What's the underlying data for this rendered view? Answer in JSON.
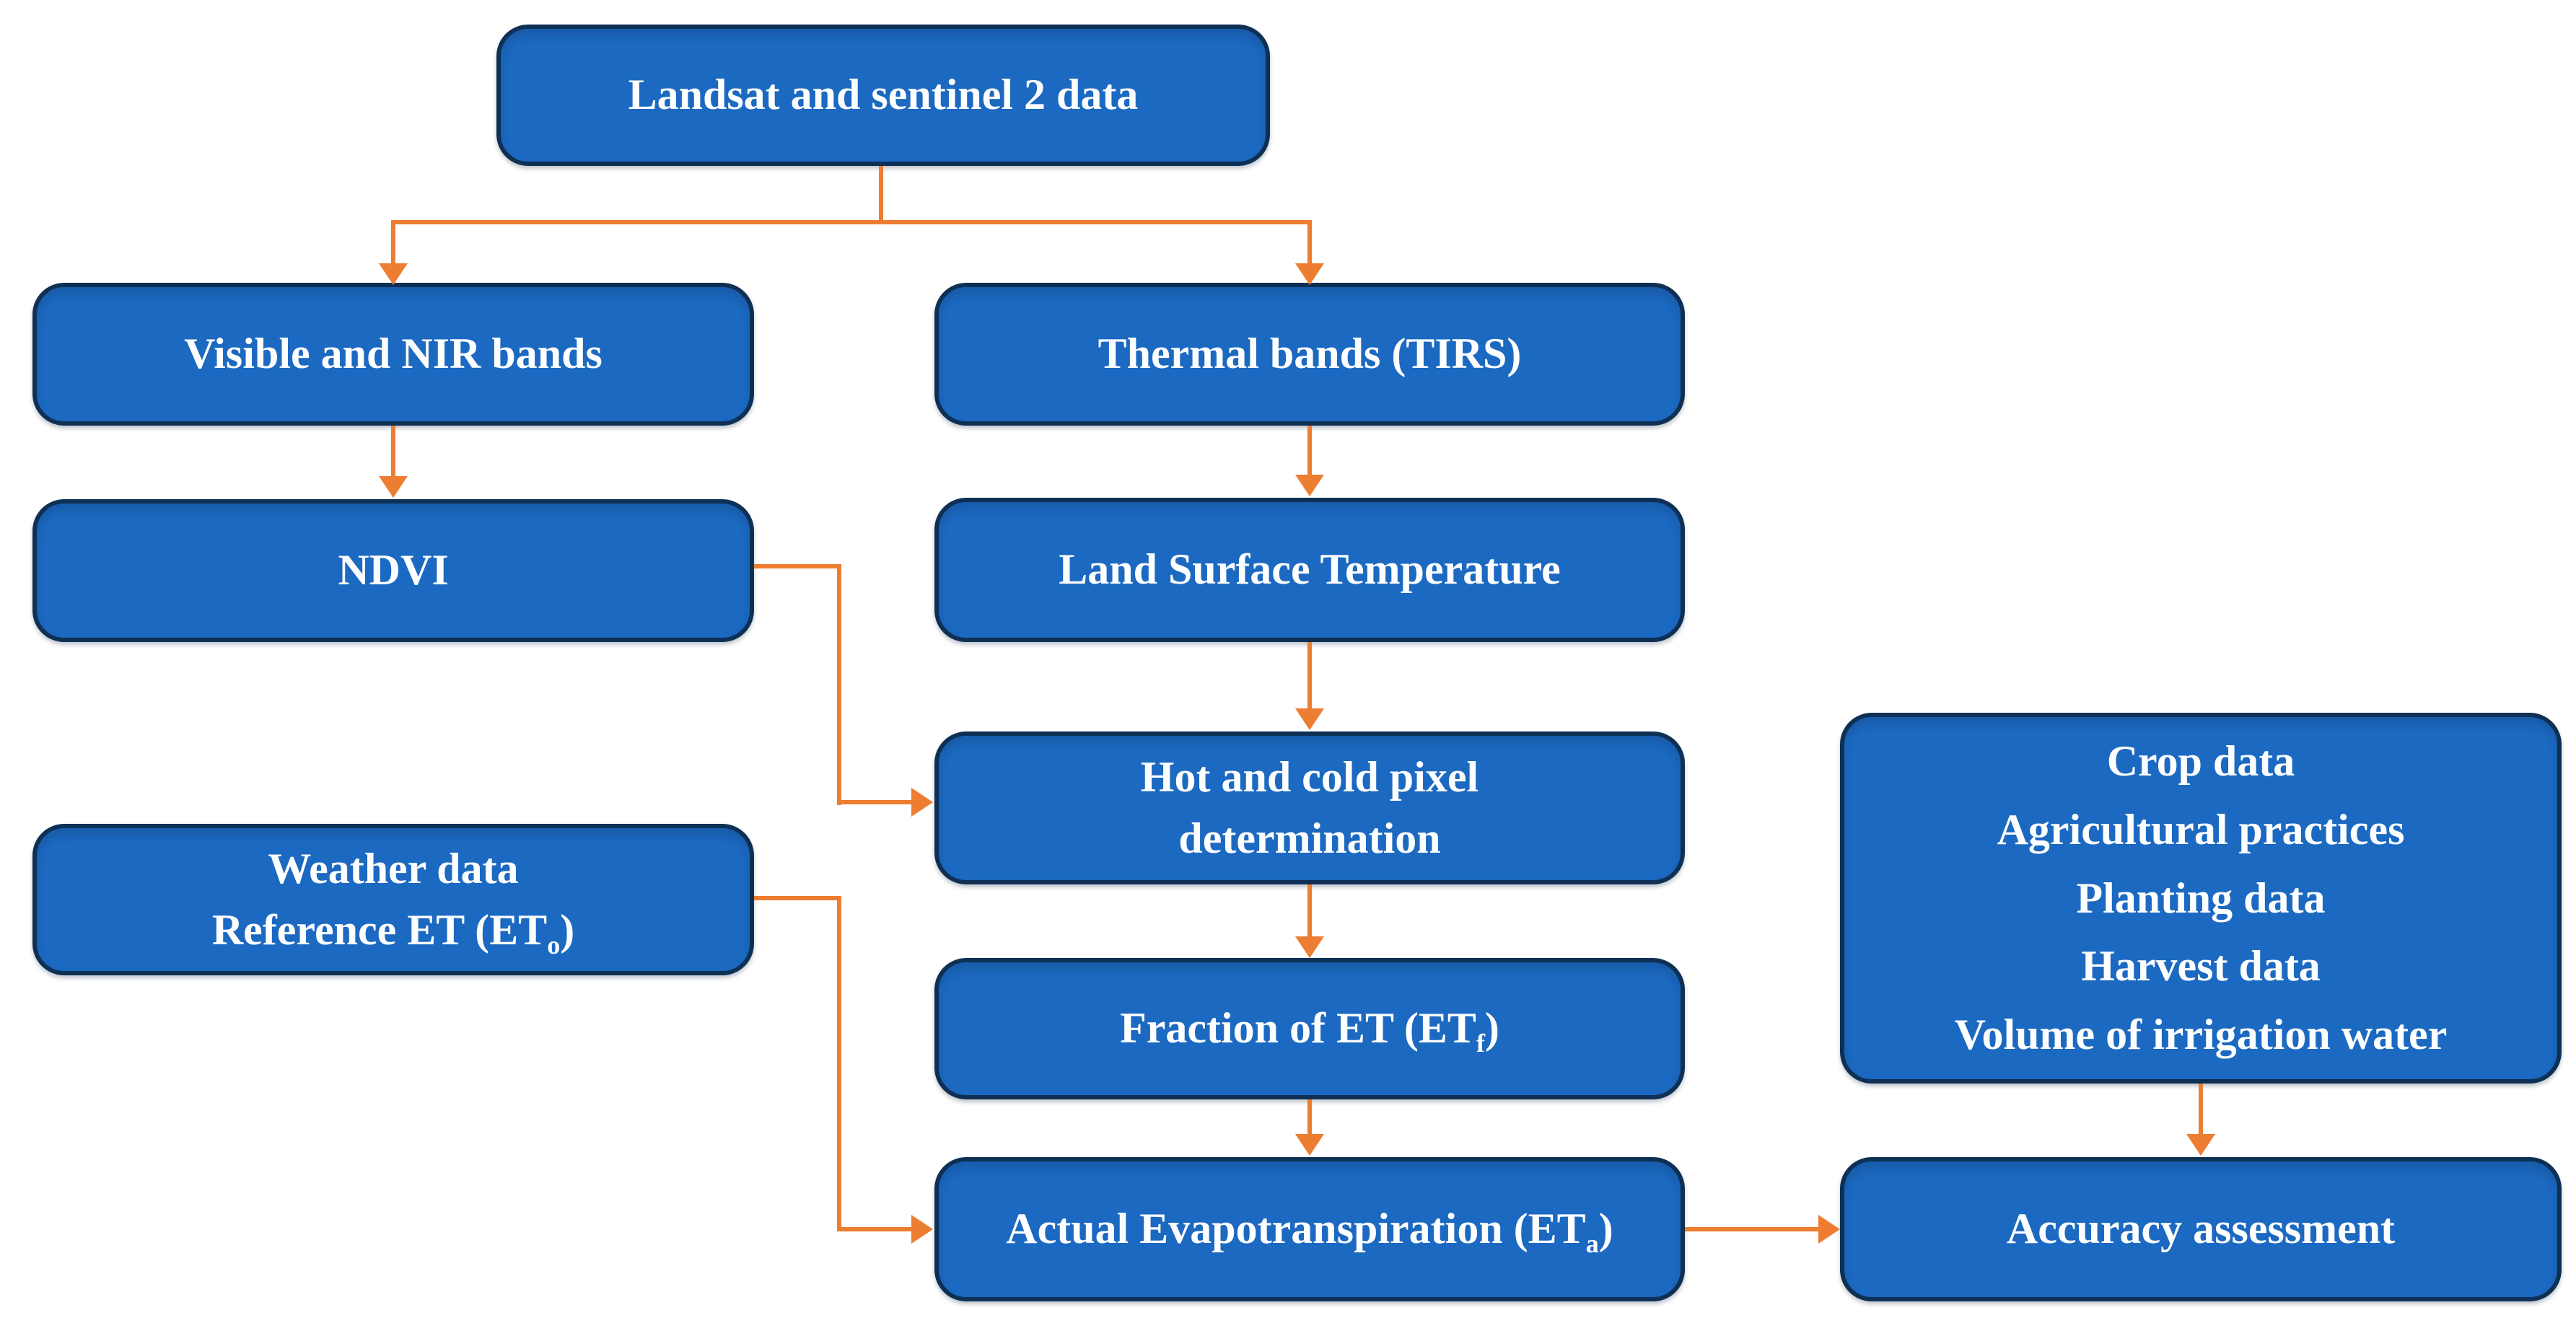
{
  "theme": {
    "background": "#ffffff",
    "box_fill": "#1c69c1",
    "box_border": "#0e3055",
    "box_text": "#fdfeff",
    "arrow_color": "#ed7d31"
  },
  "nodes": {
    "landsat": {
      "lines": [
        [
          {
            "t": "Landsat and sentinel 2 data"
          }
        ]
      ]
    },
    "visible": {
      "lines": [
        [
          {
            "t": "Visible and NIR bands"
          }
        ]
      ]
    },
    "thermal": {
      "lines": [
        [
          {
            "t": "Thermal bands (TIRS)"
          }
        ]
      ]
    },
    "ndvi": {
      "lines": [
        [
          {
            "t": "NDVI"
          }
        ]
      ]
    },
    "lst": {
      "lines": [
        [
          {
            "t": "Land Surface Temperature"
          }
        ]
      ]
    },
    "hotcold": {
      "lines": [
        [
          {
            "t": "Hot and cold pixel"
          }
        ],
        [
          {
            "t": "determination"
          }
        ]
      ]
    },
    "weather": {
      "lines": [
        [
          {
            "t": "Weather data"
          }
        ],
        [
          {
            "t": "Reference ET (ET"
          },
          {
            "sub": "o"
          },
          {
            "t": ")"
          }
        ]
      ]
    },
    "fraction": {
      "lines": [
        [
          {
            "t": "Fraction of ET (ET"
          },
          {
            "sub": "f"
          },
          {
            "t": ")"
          }
        ]
      ]
    },
    "eta": {
      "lines": [
        [
          {
            "t": "Actual Evapotranspiration (ET"
          },
          {
            "sub": "a"
          },
          {
            "t": ")"
          }
        ]
      ]
    },
    "crop": {
      "lines": [
        [
          {
            "t": "Crop data"
          }
        ],
        [
          {
            "t": "Agricultural practices"
          }
        ],
        [
          {
            "t": "Planting data"
          }
        ],
        [
          {
            "t": "Harvest data"
          }
        ],
        [
          {
            "t": "Volume of irrigation water"
          }
        ]
      ]
    },
    "accuracy": {
      "lines": [
        [
          {
            "t": "Accuracy assessment"
          }
        ]
      ]
    }
  },
  "edges": [
    {
      "from": "landsat",
      "to": "visible"
    },
    {
      "from": "landsat",
      "to": "thermal"
    },
    {
      "from": "visible",
      "to": "ndvi"
    },
    {
      "from": "thermal",
      "to": "lst"
    },
    {
      "from": "lst",
      "to": "hotcold"
    },
    {
      "from": "ndvi",
      "to": "hotcold"
    },
    {
      "from": "hotcold",
      "to": "fraction"
    },
    {
      "from": "fraction",
      "to": "eta"
    },
    {
      "from": "weather",
      "to": "eta"
    },
    {
      "from": "eta",
      "to": "accuracy"
    },
    {
      "from": "crop",
      "to": "accuracy"
    }
  ]
}
